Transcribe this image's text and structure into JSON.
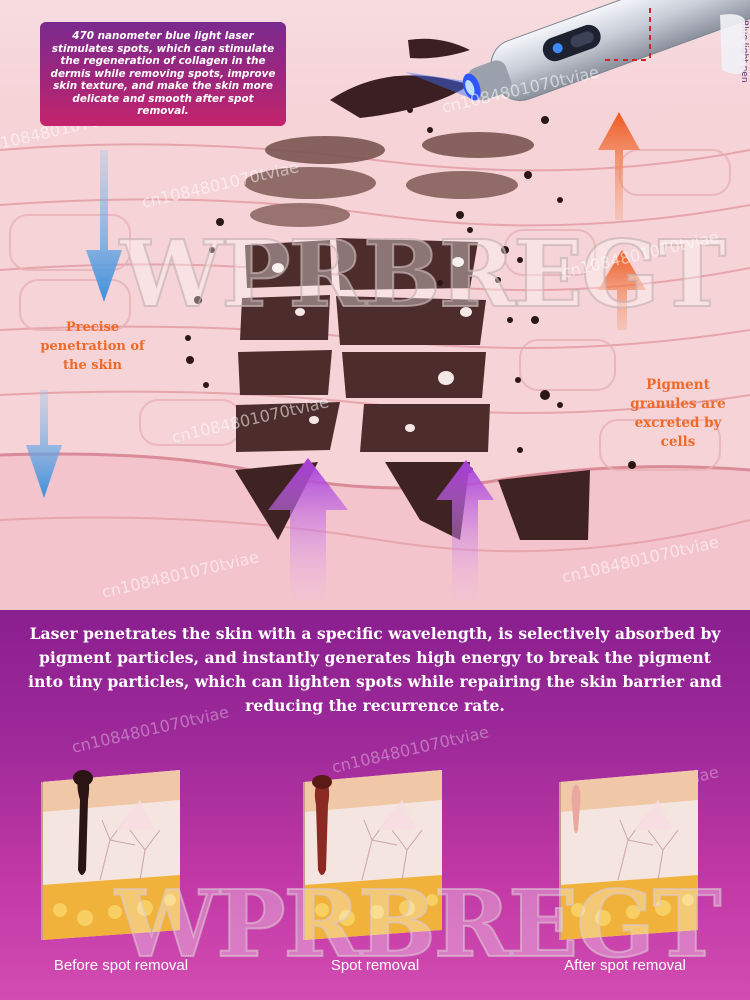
{
  "top_illustration": {
    "callout": "470 nanometer blue light laser stimulates spots, which can stimulate the regeneration of collagen in the dermis while removing spots, improve skin texture, and make the skin more delicate and smooth after spot removal.",
    "label_precise": "Precise penetration of the skin",
    "label_pigment": "Pigment granules are excreted by cells",
    "device_label": "Blue light pen",
    "watermark_small": "cn1084801070tviae",
    "watermark_big": "WPRBREGT"
  },
  "bottom_panel": {
    "description": "Laser penetrates the skin with a specific wavelength, is selectively absorbed by pigment particles, and instantly generates high energy to break the pigment into tiny particles, which can lighten spots while repairing the skin barrier and reducing the recurrence rate.",
    "stages": [
      {
        "caption": "Before spot removal"
      },
      {
        "caption": "Spot removal"
      },
      {
        "caption": "After spot removal"
      }
    ]
  },
  "colors": {
    "callout_bg": "#a3267a",
    "accent_orange": "#ef6a28",
    "panel_purple": "#9f2a9a",
    "pigment_dark": "#4a2a2a",
    "arrow_blue": "#5aa6e6",
    "arrow_violet": "#b45adc"
  }
}
